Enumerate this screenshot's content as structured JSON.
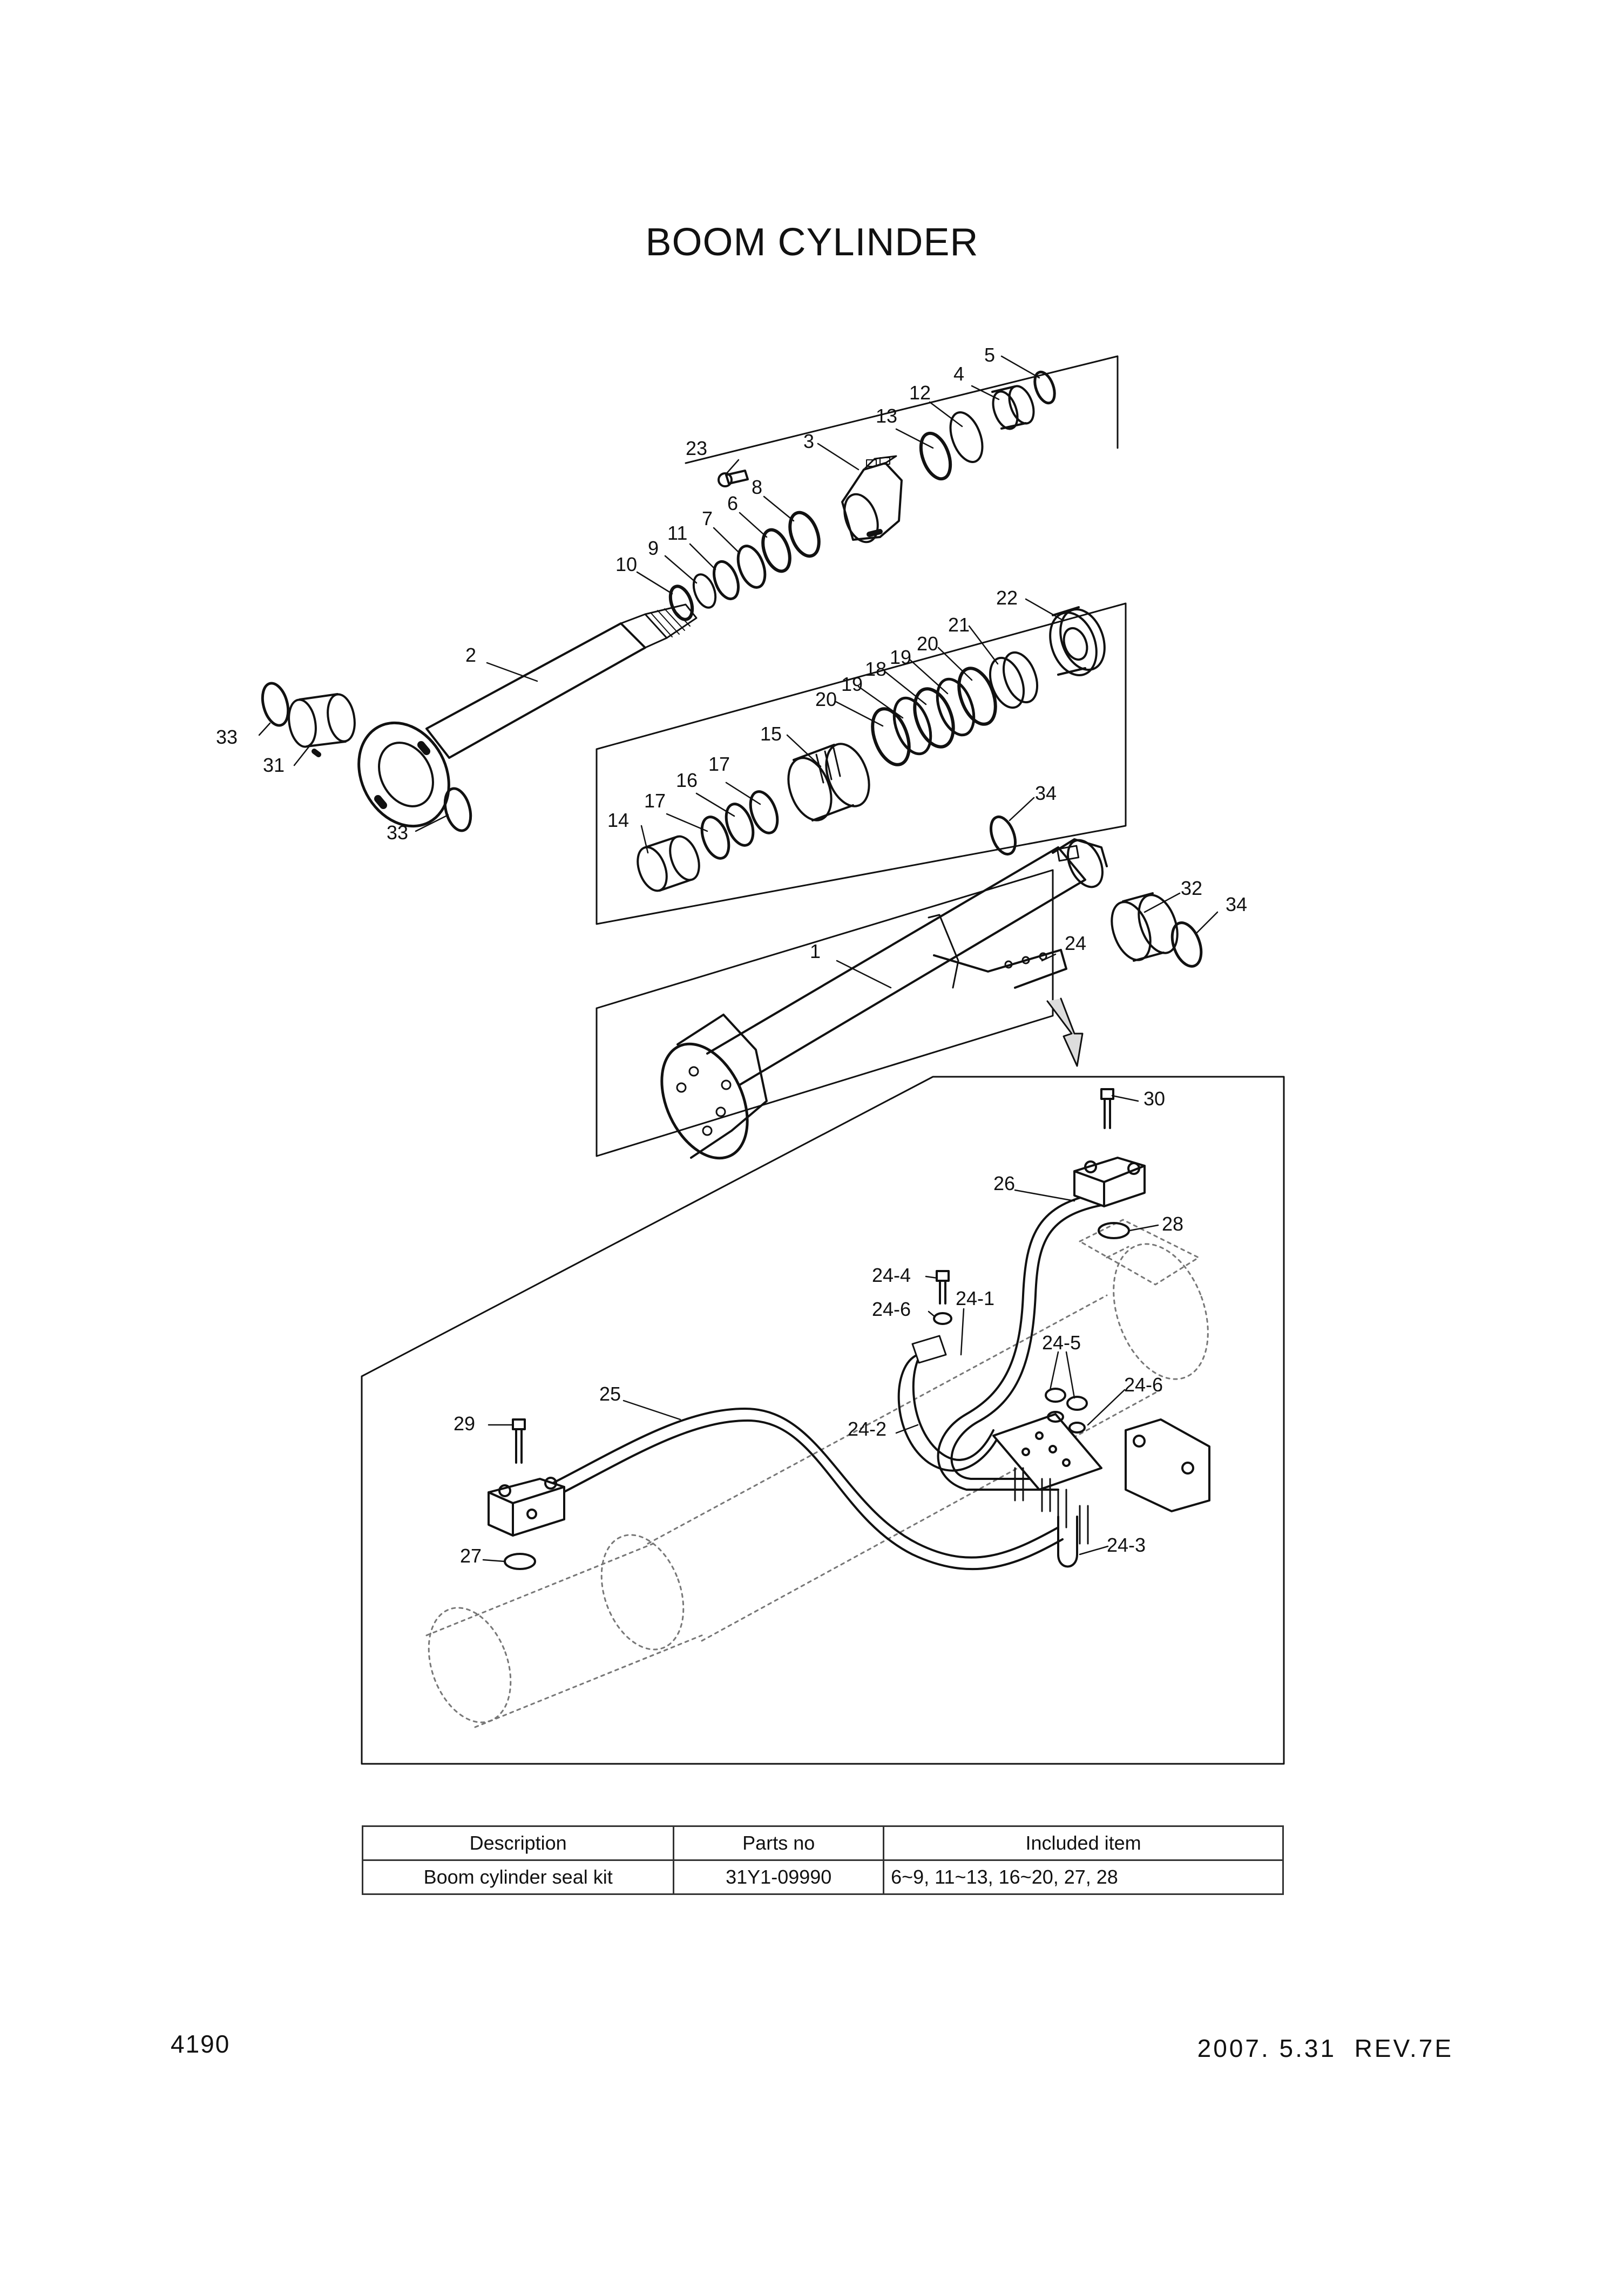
{
  "title": "BOOM CYLINDER",
  "callouts": {
    "c1": "1",
    "c2": "2",
    "c3": "3",
    "c4": "4",
    "c5": "5",
    "c6": "6",
    "c7": "7",
    "c8": "8",
    "c9": "9",
    "c10": "10",
    "c11": "11",
    "c12": "12",
    "c13": "13",
    "c14": "14",
    "c15": "15",
    "c16": "16",
    "c17a": "17",
    "c17b": "17",
    "c18": "18",
    "c19a": "19",
    "c19b": "19",
    "c20a": "20",
    "c20b": "20",
    "c21": "21",
    "c22": "22",
    "c23": "23",
    "c24": "24",
    "c24_1": "24-1",
    "c24_2": "24-2",
    "c24_3": "24-3",
    "c24_4": "24-4",
    "c24_5": "24-5",
    "c24_6a": "24-6",
    "c24_6b": "24-6",
    "c25": "25",
    "c26": "26",
    "c27": "27",
    "c28": "28",
    "c29": "29",
    "c30": "30",
    "c31": "31",
    "c32": "32",
    "c33a": "33",
    "c33b": "33",
    "c34a": "34",
    "c34b": "34"
  },
  "table": {
    "headers": [
      "Description",
      "Parts no",
      "Included item"
    ],
    "rows": [
      {
        "description": "Boom cylinder seal kit",
        "parts_no": "31Y1-09990",
        "included": "6~9, 11~13, 16~20, 27, 28"
      }
    ]
  },
  "footer": {
    "page_number": "4190",
    "revision": "2007. 5.31  REV.7E"
  }
}
